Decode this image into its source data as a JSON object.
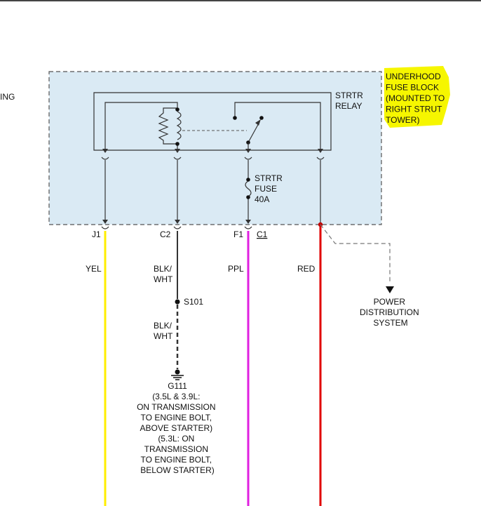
{
  "partial_label": "ING",
  "fuse_block": {
    "title_lines": [
      "UNDERHOOD",
      "FUSE BLOCK",
      "(MOUNTED TO",
      "RIGHT STRUT",
      "TOWER)"
    ]
  },
  "relay": {
    "label_lines": [
      "STRTR",
      "RELAY"
    ]
  },
  "fuse": {
    "label_lines": [
      "STRTR",
      "FUSE",
      "40A"
    ]
  },
  "connectors": {
    "j1": "J1",
    "c2": "C2",
    "f1": "F1",
    "c1": "C1"
  },
  "wires": {
    "yel": "YEL",
    "blk_wht_upper": [
      "BLK/",
      "WHT"
    ],
    "splice": "S101",
    "blk_wht_lower": [
      "BLK/",
      "WHT"
    ],
    "ppl": "PPL",
    "red": "RED"
  },
  "power_distribution": [
    "POWER",
    "DISTRIBUTION",
    "SYSTEM"
  ],
  "ground": {
    "id": "G111",
    "notes": [
      "(3.5L & 3.9L:",
      "ON TRANSMISSION",
      "TO ENGINE BOLT,",
      "ABOVE STARTER)",
      "(5.3L: ON",
      "TRANSMISSION",
      "TO ENGINE BOLT,",
      "BELOW STARTER)"
    ]
  },
  "colors": {
    "box_fill": "#daeaf4",
    "highlight": "#f6f600",
    "yellow_wire": "#ffee00",
    "purple_wire": "#e020e0",
    "red_wire": "#e00000",
    "line": "#333333"
  }
}
